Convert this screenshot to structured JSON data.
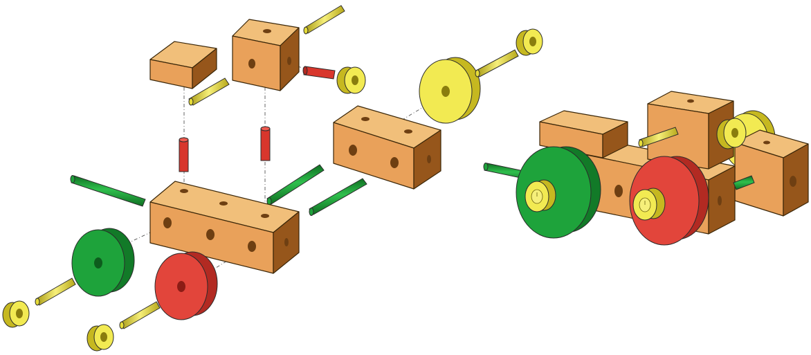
{
  "colors": {
    "block_top": "#f1bf7a",
    "block_front": "#e9a15a",
    "block_side": "#96561b",
    "hole": "#6e3f12",
    "green_face": "#1ea33b",
    "green_side": "#127a28",
    "red_face": "#e2453b",
    "red_side": "#b22a22",
    "yellow_face": "#f2ea52",
    "yellow_side": "#c6b820",
    "background": "#ffffff"
  },
  "parts": [
    "block",
    "cube",
    "long-block",
    "medium-block",
    "green-axle",
    "red-pin",
    "yellow-screw",
    "collar",
    "green-wheel",
    "red-wheel",
    "yellow-wheel"
  ]
}
